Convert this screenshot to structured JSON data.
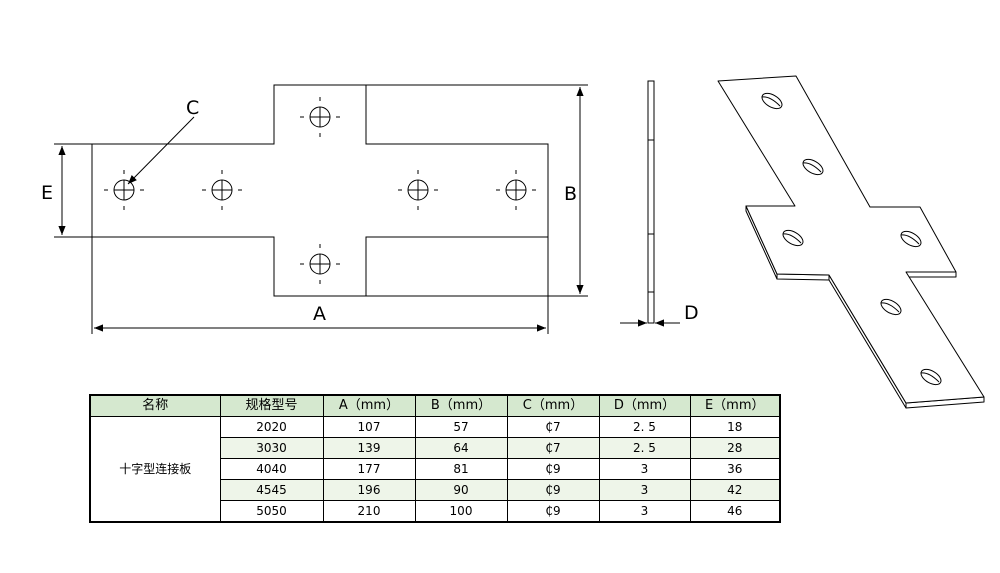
{
  "drawing": {
    "dimension_labels": {
      "a": "A",
      "b": "B",
      "c": "C",
      "d": "D",
      "e": "E"
    }
  },
  "table": {
    "headers": [
      "名称",
      "规格型号",
      "A（mm）",
      "B（mm）",
      "C（mm）",
      "D（mm）",
      "E（mm）"
    ],
    "product_name": "十字型连接板",
    "rows": [
      [
        "2020",
        "107",
        "57",
        "₵7",
        "2. 5",
        "18"
      ],
      [
        "3030",
        "139",
        "64",
        "₵7",
        "2. 5",
        "28"
      ],
      [
        "4040",
        "177",
        "81",
        "₵9",
        "3",
        "36"
      ],
      [
        "4545",
        "196",
        "90",
        "₵9",
        "3",
        "42"
      ],
      [
        "5050",
        "210",
        "100",
        "₵9",
        "3",
        "46"
      ]
    ],
    "colors": {
      "header_bg": "#d5e8cf",
      "alt_row_bg": "#eef5e9"
    }
  }
}
